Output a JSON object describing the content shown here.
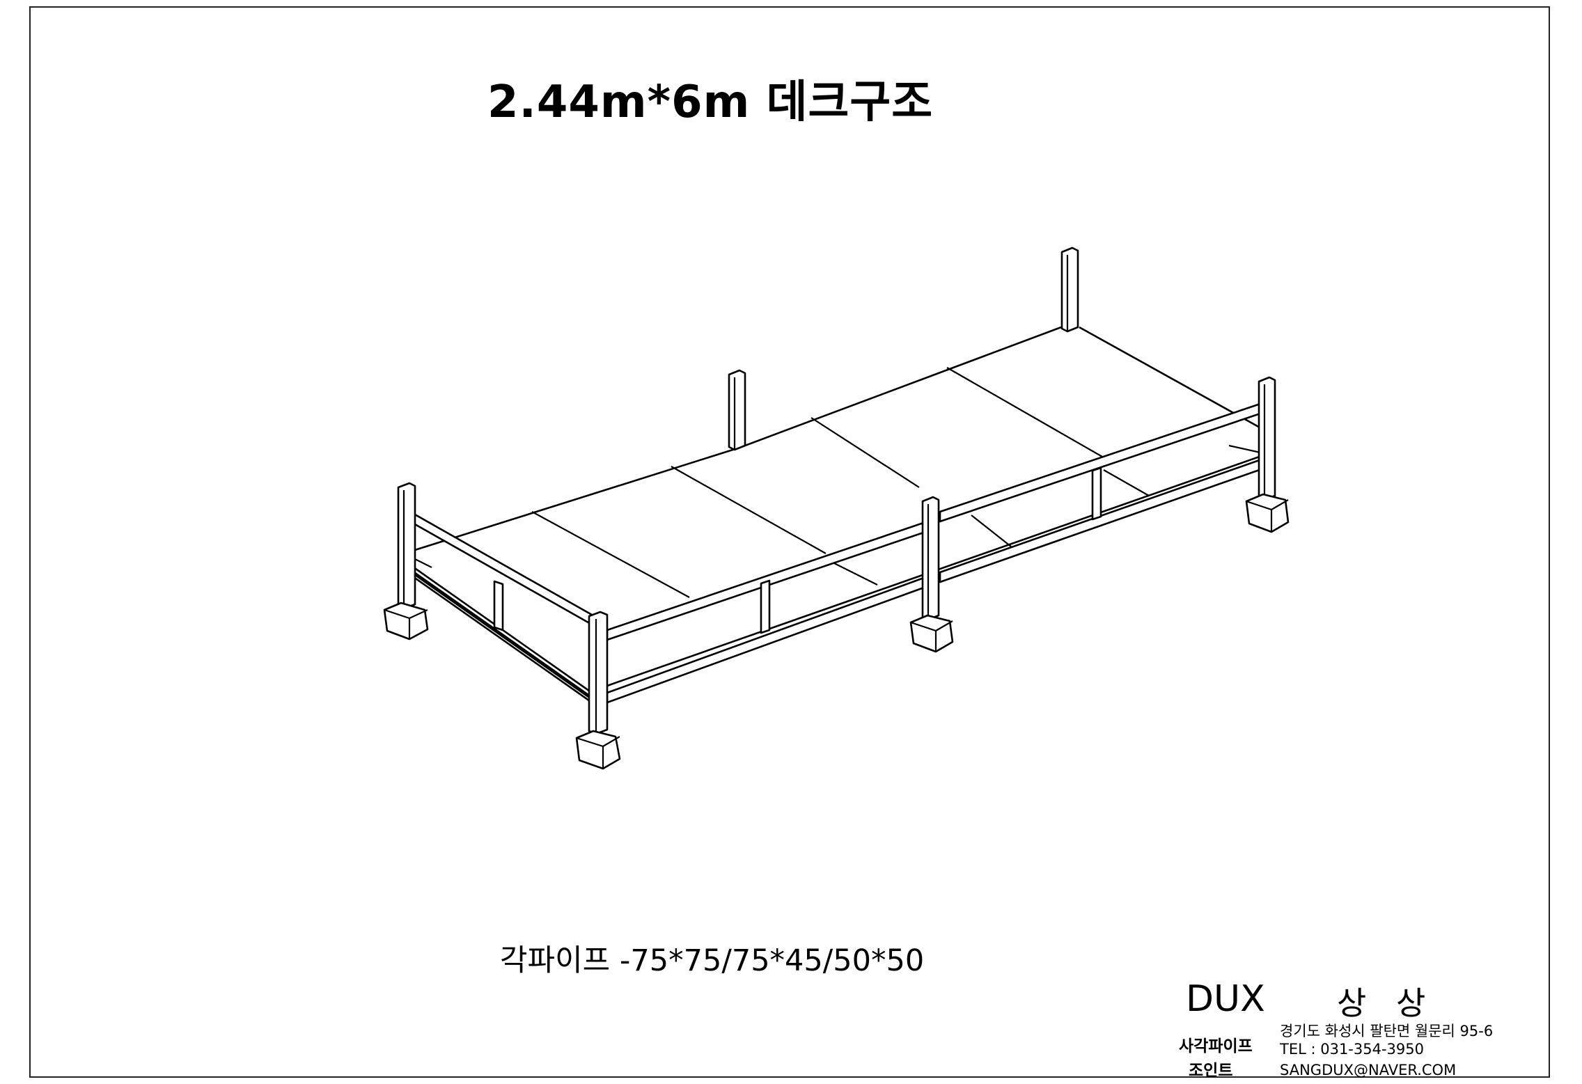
{
  "title": "2.44m*6m 데크구조",
  "spec": "각파이프 -75*75/75*45/50*50",
  "company": {
    "brand_en": "DUX",
    "brand_kr": "상 상",
    "product_line1": "사각파이프",
    "product_line2": "조인트",
    "address": "경기도 화성시 팔탄면 월문리 95-6",
    "tel": "TEL : 031-354-3950",
    "email": "SANGDUX@NAVER.COM"
  }
}
